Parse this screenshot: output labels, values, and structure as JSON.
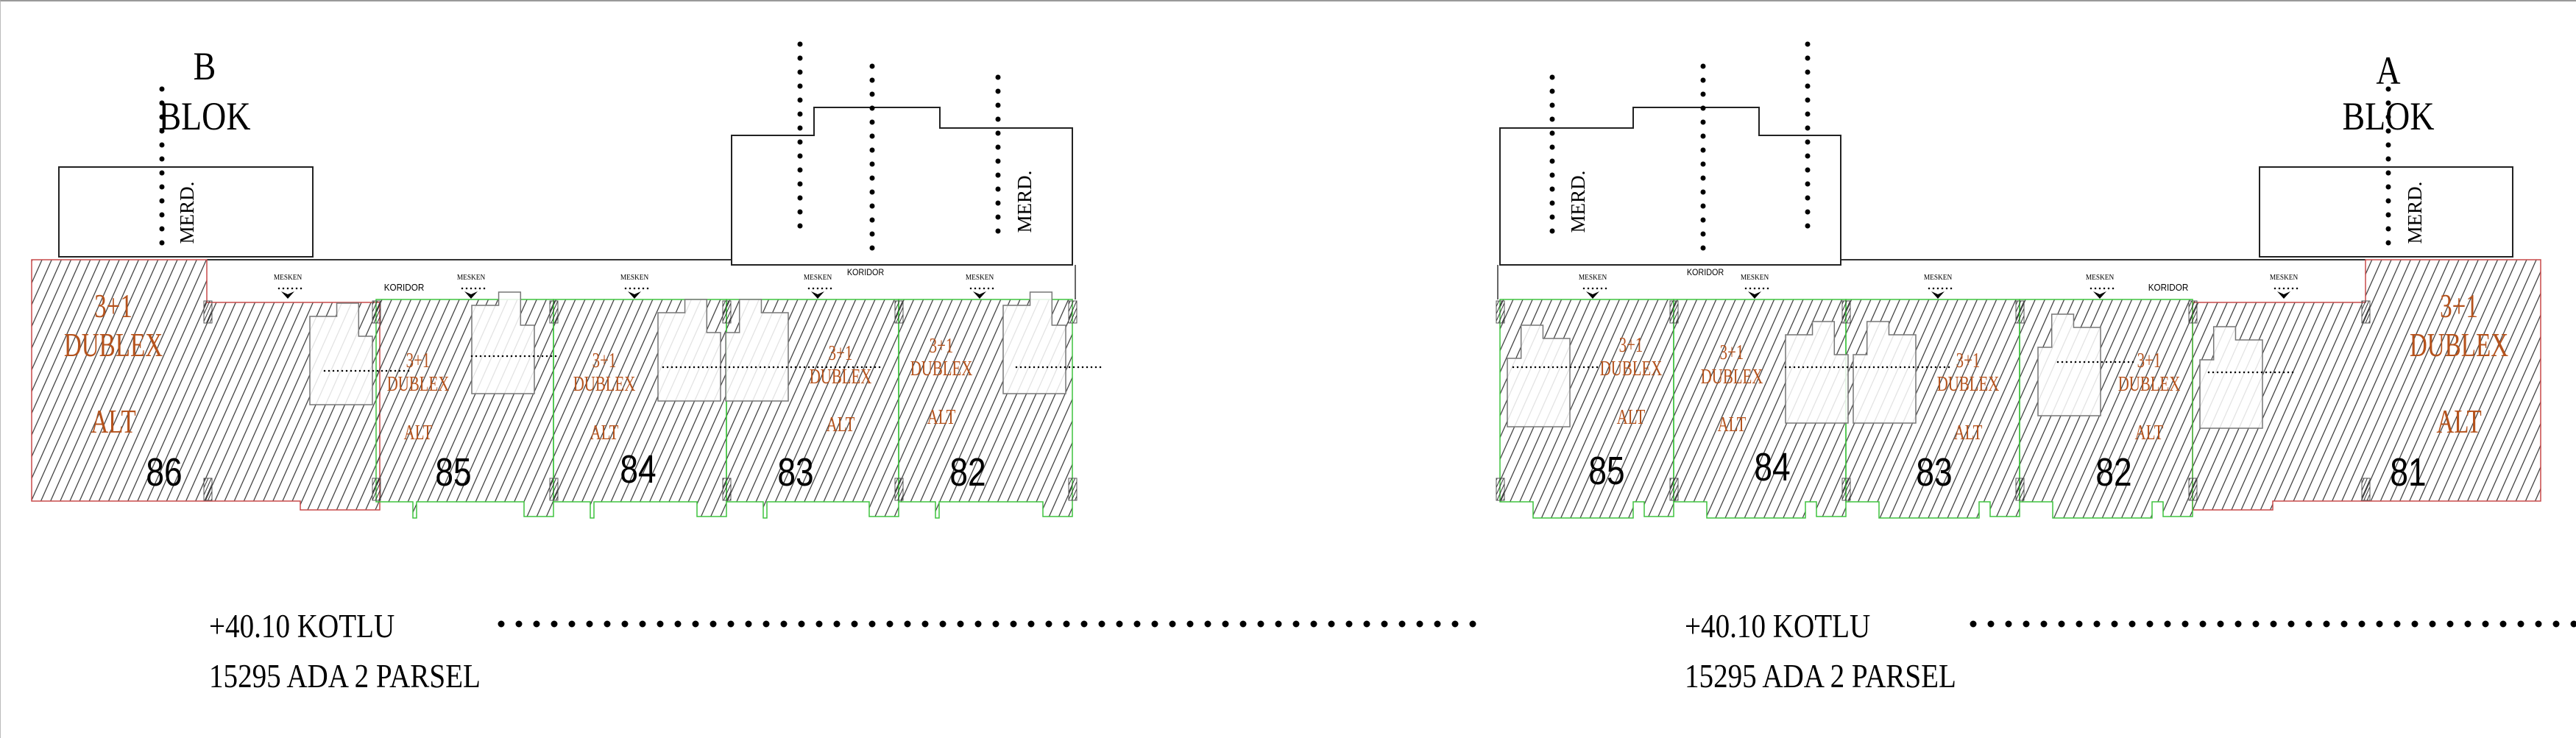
{
  "blocks": [
    {
      "id": "B",
      "letter": "B",
      "label": "BLOK",
      "merd": "MERD.",
      "koridor": "KORIDOR",
      "mesken": "MESKEN",
      "units": [
        {
          "number": "86",
          "type": "3+1",
          "style": "DUBLEX",
          "floor": "ALT"
        },
        {
          "number": "85",
          "type": "3+1",
          "style": "DUBLEX",
          "floor": "ALT"
        },
        {
          "number": "84",
          "type": "3+1",
          "style": "DUBLEX",
          "floor": "ALT"
        },
        {
          "number": "83",
          "type": "3+1",
          "style": "DUBLEX",
          "floor": "ALT"
        },
        {
          "number": "82",
          "type": "3+1",
          "style": "DUBLEX",
          "floor": "ALT"
        }
      ]
    },
    {
      "id": "A",
      "letter": "A",
      "label": "BLOK",
      "merd": "MERD.",
      "koridor": "KORIDOR",
      "mesken": "MESKEN",
      "units": [
        {
          "number": "85",
          "type": "3+1",
          "style": "DUBLEX",
          "floor": "ALT"
        },
        {
          "number": "84",
          "type": "3+1",
          "style": "DUBLEX",
          "floor": "ALT"
        },
        {
          "number": "83",
          "type": "3+1",
          "style": "DUBLEX",
          "floor": "ALT"
        },
        {
          "number": "82",
          "type": "3+1",
          "style": "DUBLEX",
          "floor": "ALT"
        },
        {
          "number": "81",
          "type": "3+1",
          "style": "DUBLEX",
          "floor": "ALT"
        }
      ]
    }
  ],
  "footer": {
    "elevation": "+40.10 KOTLU",
    "parcel": "15295 ADA 2 PARSEL"
  },
  "colors": {
    "unit_label": "#b5531d",
    "outline_green": "#3fc43f",
    "outline_red": "#c84a4a",
    "hatch": "#333333",
    "ink": "#000000"
  }
}
